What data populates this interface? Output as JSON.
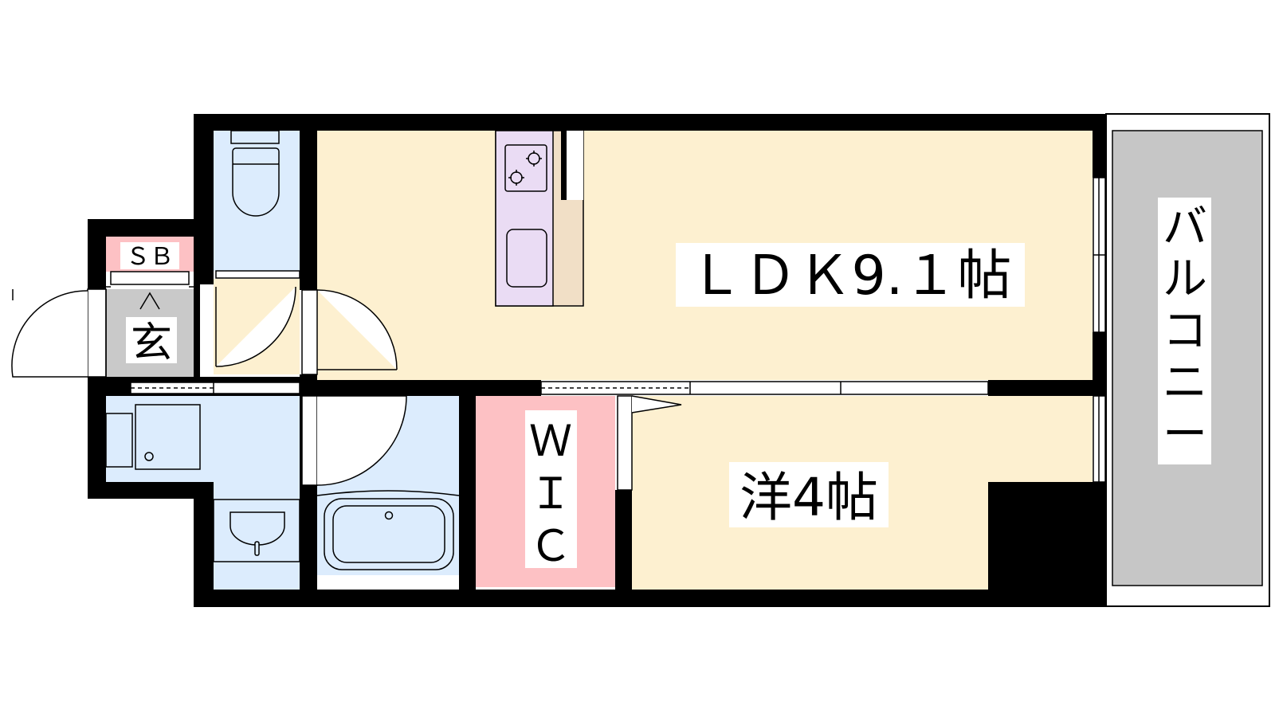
{
  "floorplan": {
    "rooms": {
      "ldk": {
        "label": "ＬＤＫ9.１帖"
      },
      "western": {
        "label": "洋4帖"
      },
      "wic": {
        "lines": [
          "Ｗ",
          "Ｉ",
          "Ｃ"
        ]
      },
      "balcony": {
        "lines": [
          "バ",
          "ル",
          "コ",
          "ニ",
          "ー"
        ]
      },
      "entrance": {
        "label": "玄"
      },
      "shoe_box": {
        "label": "ＳＢ"
      }
    },
    "colors": {
      "wall": "#000000",
      "living": "#fdf0d0",
      "wet": "#dcecfd",
      "closet": "#fdc1c4",
      "entrance": "#c9c9c9",
      "balcony": "#c6c6c6",
      "kitchen": "#eadcf4",
      "counter": "#f1dfc6"
    }
  }
}
